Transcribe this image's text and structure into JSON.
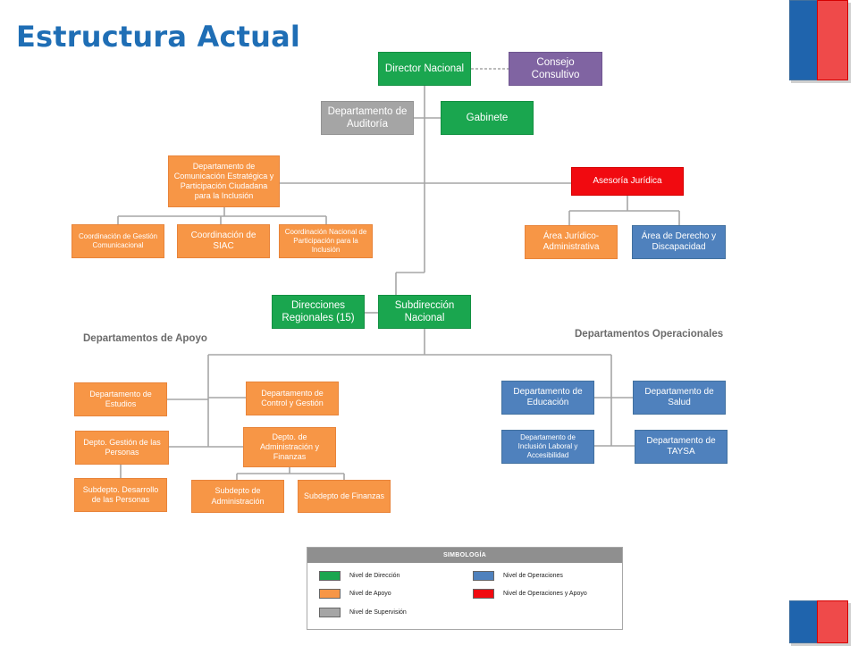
{
  "slide": {
    "title": "Estructura Actual"
  },
  "colors": {
    "direccion": "#1aa64f",
    "consejo": "#8064a2",
    "supervision": "#a5a5a5",
    "apoyo": "#f79646",
    "operaciones_apoyo": "#f10a10",
    "operaciones": "#4f81bd",
    "title": "#1f6eb5",
    "flag_blue": "#1f64ad",
    "flag_red": "#ef4a4a"
  },
  "org": {
    "director": "Director Nacional",
    "consejo": "Consejo Consultivo",
    "auditoria": "Departamento de Auditoría",
    "gabinete": "Gabinete",
    "comunicacion": "Departamento de Comunicación Estratégica y Participación Ciudadana para la Inclusión",
    "coord_gestion": "Coordinación de Gestión Comunicacional",
    "coord_siac": "Coordinación de SIAC",
    "coord_participacion": "Coordinación Nacional de Participación para la Inclusión",
    "asesoria": "Asesoría Jurídica",
    "area_juridico": "Área Jurídico-Administrativa",
    "area_derecho": "Área de Derecho y Discapacidad",
    "direcciones_regionales": "Direcciones Regionales (15)",
    "subdireccion": "Subdirección Nacional",
    "section_apoyo": "Departamentos de Apoyo",
    "section_operacionales": "Departamentos Operacionales",
    "estudios": "Departamento de Estudios",
    "control": "Departamento de Control y Gestión",
    "gestion_personas": "Depto. Gestión de las Personas",
    "administracion": "Depto. de Administración y Finanzas",
    "desarrollo": "Subdepto. Desarrollo de las Personas",
    "sub_administracion": "Subdepto de Administración",
    "sub_finanzas": "Subdepto de Finanzas",
    "educacion": "Departamento de Educación",
    "salud": "Departamento de Salud",
    "inclusion_laboral": "Departamento de Inclusión Laboral y Accesibilidad",
    "taysa": "Departamento de TAYSA"
  },
  "legend": {
    "title": "SIMBOLOGÍA",
    "items": [
      {
        "label": "Nivel de Dirección",
        "color": "#1aa64f"
      },
      {
        "label": "Nivel de Operaciones",
        "color": "#4f81bd"
      },
      {
        "label": "Nivel de Apoyo",
        "color": "#f79646"
      },
      {
        "label": "Nivel de Operaciones y Apoyo",
        "color": "#f10a10"
      },
      {
        "label": "Nivel de Supervisión",
        "color": "#a5a5a5"
      }
    ]
  }
}
